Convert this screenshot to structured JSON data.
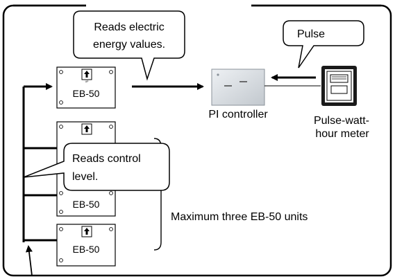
{
  "callouts": {
    "reads_energy": [
      "Reads electric",
      "energy values."
    ],
    "pulse": "Pulse",
    "reads_control": [
      "Reads control",
      "level."
    ]
  },
  "devices": {
    "eb50_label": "EB-50",
    "up_mark": "UP",
    "pi_controller": "PI controller",
    "meter": [
      "Pulse-watt-",
      "hour meter"
    ]
  },
  "notes": {
    "max_units": "Maximum three EB-50 units"
  },
  "colors": {
    "line": "#000000",
    "panel_fill": "#ffffff",
    "controller_fill": "#d8dde2",
    "meter_frame": "#1a1a1a"
  }
}
